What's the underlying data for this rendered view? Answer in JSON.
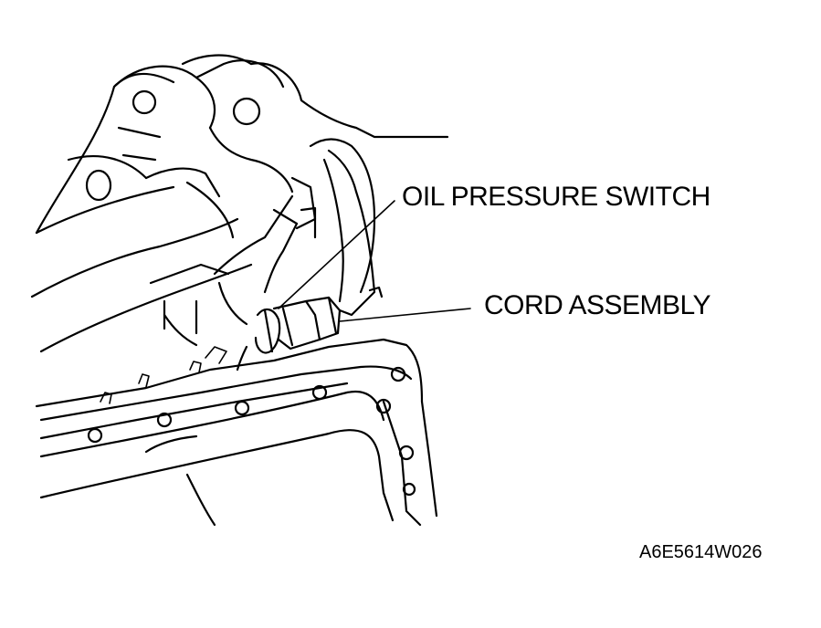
{
  "labels": {
    "oil_pressure_switch": "OIL PRESSURE SWITCH",
    "cord_assembly": "CORD ASSEMBLY"
  },
  "figure_id": "A6E5614W026",
  "colors": {
    "ink": "#000000",
    "paper": "#ffffff"
  }
}
